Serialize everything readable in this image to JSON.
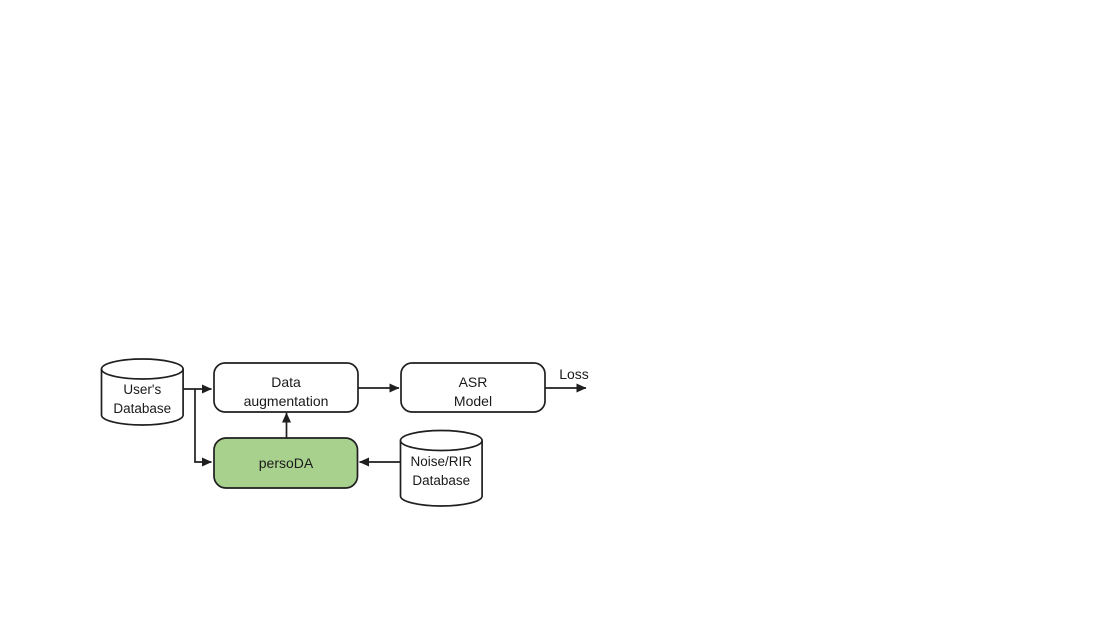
{
  "colors": {
    "background": "#ffffff",
    "outline": "#1f1f1f",
    "node_fill": "#ffffff",
    "persoda_fill": "#a9d18e",
    "text": "#1a1a1a"
  },
  "nodes": {
    "user_database": {
      "line1": "User's",
      "line2": "Database",
      "shape": "database-cylinder"
    },
    "data_augmentation": {
      "line1": "Data",
      "line2": "augmentation",
      "shape": "rounded-rectangle"
    },
    "asr_model": {
      "line1": "ASR",
      "line2": "Model",
      "shape": "rounded-rectangle"
    },
    "persoda": {
      "label": "persoDA",
      "shape": "rounded-rectangle"
    },
    "noise_rir_database": {
      "line1": "Noise/RIR",
      "line2": "Database",
      "shape": "database-cylinder"
    }
  },
  "labels": {
    "loss": "Loss"
  },
  "connections": {
    "user_db_to_data_augmentation": "User's Database -> Data augmentation",
    "user_db_to_persoda": "User's Database -> persoDA",
    "persoda_to_data_augmentation": "persoDA -> Data augmentation",
    "data_augmentation_to_asr": "Data augmentation -> ASR Model",
    "asr_to_loss": "ASR Model -> Loss",
    "noise_db_to_persoda": "Noise/RIR Database -> persoDA"
  }
}
